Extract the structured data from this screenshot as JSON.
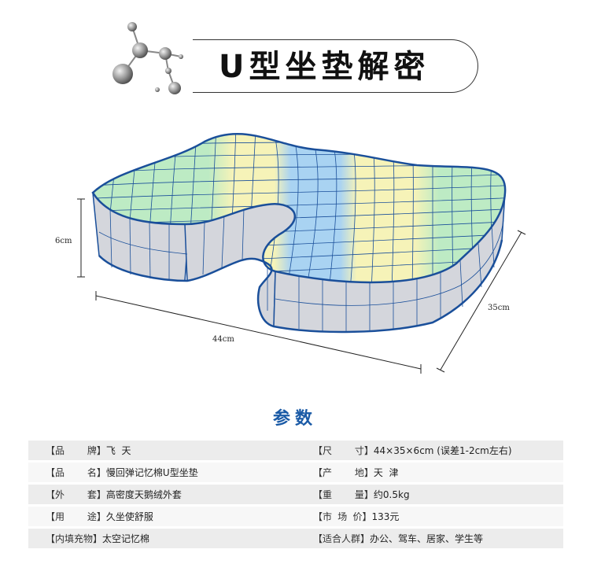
{
  "title": "U型坐垫解密",
  "dimensions": {
    "height": "6cm",
    "length": "44cm",
    "depth": "35cm"
  },
  "params_title": "参数",
  "params": [
    [
      {
        "label": "【品    牌】",
        "value": "飞  天"
      },
      {
        "label": "【尺    寸】",
        "value": "44×35×6cm (误差1-2cm左右)"
      }
    ],
    [
      {
        "label": "【品    名】",
        "value": "慢回弹记忆棉U型坐垫"
      },
      {
        "label": "【产    地】",
        "value": "天  津"
      }
    ],
    [
      {
        "label": "【外    套】",
        "value": "高密度天鹅绒外套"
      },
      {
        "label": "【重    量】",
        "value": "约0.5kg"
      }
    ],
    [
      {
        "label": "【用    途】",
        "value": "久坐使舒服"
      },
      {
        "label": "【市 场 价】",
        "value": "133元"
      }
    ],
    [
      {
        "label": "【内填充物】",
        "value": "太空记忆棉"
      },
      {
        "label": "【适合人群】",
        "value": "办公、驾车、居家、学生等"
      }
    ]
  ],
  "colors": {
    "accent": "#1a5aa6",
    "cushion_green": "#bdebc4",
    "cushion_yellow": "#f6f3b8",
    "cushion_blue": "#a9d3f2",
    "cushion_side": "#d4d6dc"
  }
}
